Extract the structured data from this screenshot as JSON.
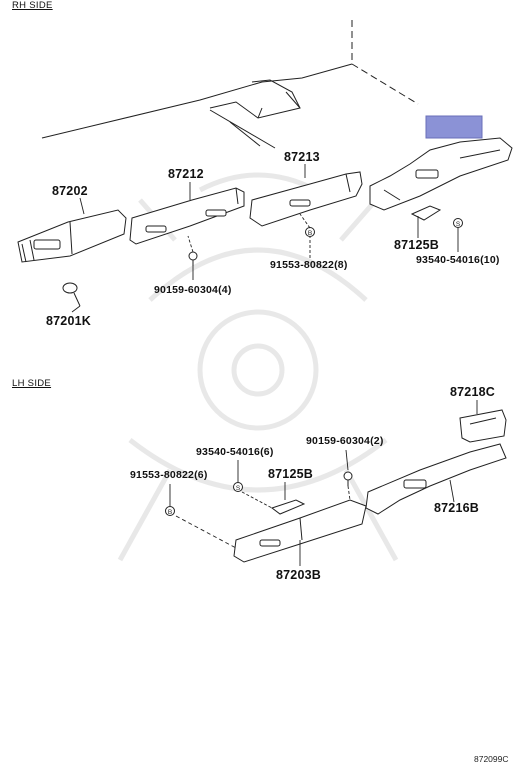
{
  "sections": {
    "rh": "RH SIDE",
    "lh": "LH SIDE"
  },
  "parts": {
    "p87202": "87202",
    "p87212": "87212",
    "p87213": "87213",
    "p87125b_rh": "87125B",
    "p93540_rh": "93540-54016(10)",
    "p91553_rh": "91553-80822(8)",
    "p90159_rh": "90159-60304(4)",
    "p87201k": "87201K",
    "p87218c": "87218C",
    "p93540_lh": "93540-54016(6)",
    "p90159_lh": "90159-60304(2)",
    "p91553_lh": "91553-80822(6)",
    "p87125b_lh": "87125B",
    "p87216b": "87216B",
    "p87203b": "87203B"
  },
  "symbols": {
    "clip_s": "S",
    "clip_b": "B"
  },
  "image_code": "872099C",
  "colors": {
    "highlight": "#8b92d6",
    "line": "#222222"
  }
}
